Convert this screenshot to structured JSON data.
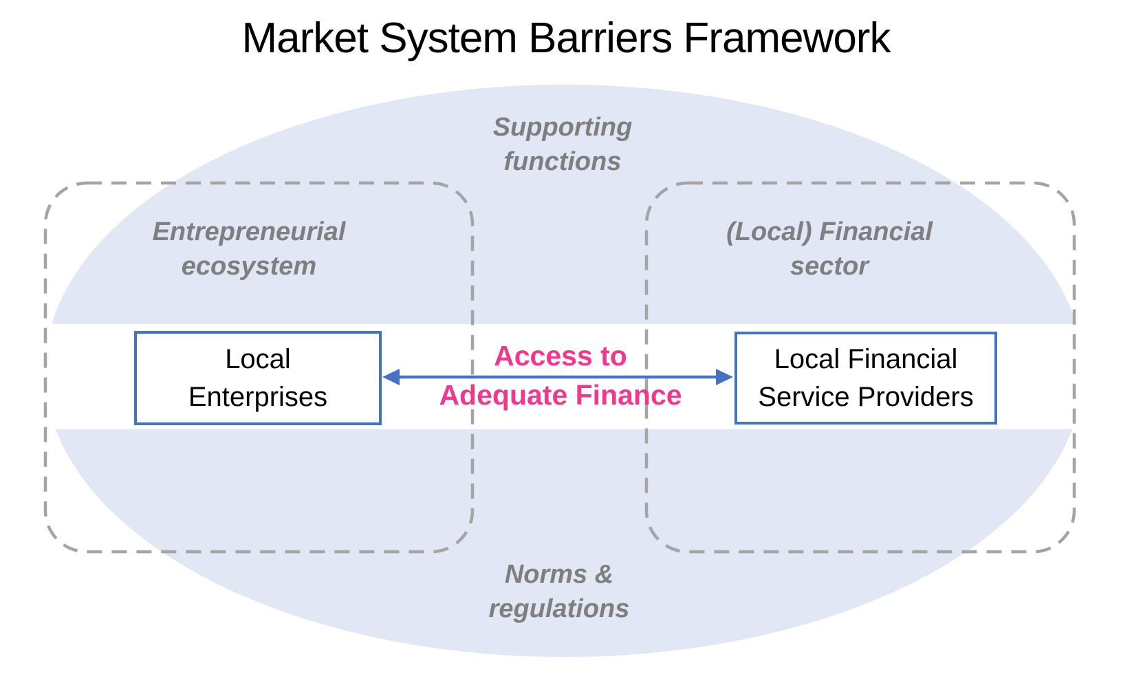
{
  "title": "Market System Barriers Framework",
  "diagram": {
    "supporting_functions": "Supporting\nfunctions",
    "norms_regulations": "Norms &\nregulations",
    "entrepreneurial_ecosystem": "Entrepreneurial\necosystem",
    "financial_sector": "(Local) Financial\nsector",
    "local_enterprises": "Local\nEnterprises",
    "local_financial_service_providers": "Local Financial\nService Providers",
    "access_to_adequate_finance": "Access to\nAdequate Finance"
  },
  "colors": {
    "accent_blue": "#4472C4",
    "highlight_pink": "#F0398E",
    "ellipse_fill": "#E1E7F4",
    "label_gray": "#7F7F7F",
    "dash_gray": "#A4A4A4"
  }
}
